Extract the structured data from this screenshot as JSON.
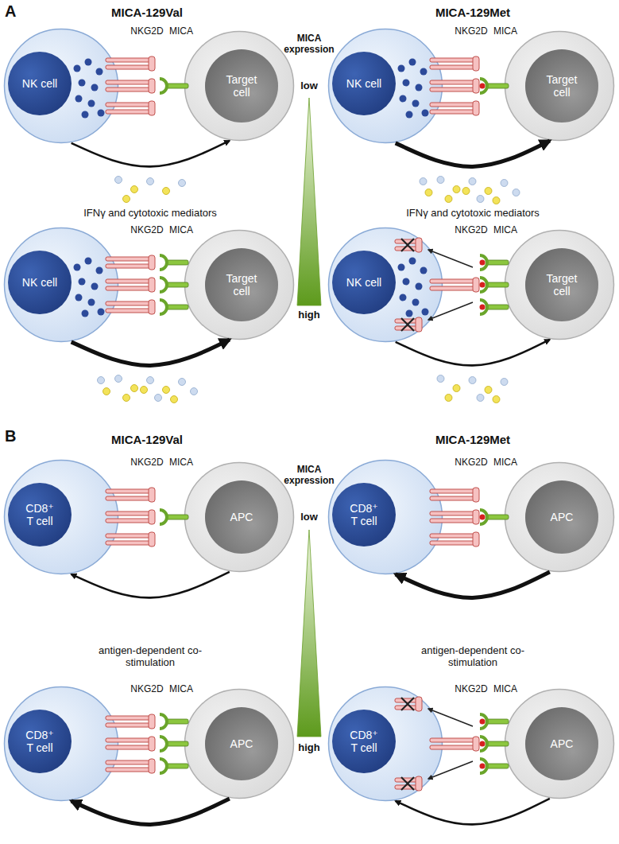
{
  "diagram": {
    "nodes": [
      {
        "text": [
          "NK cell"
        ]
      },
      {
        "text": [
          "Target cell"
        ]
      },
      {
        "text": [
          "NK cell"
        ]
      },
      {
        "text": [
          "Target cell"
        ]
      },
      {
        "text": [
          "NK cell"
        ]
      },
      {
        "text": [
          "Target cell"
        ]
      },
      {
        "text": [
          "NK cell"
        ]
      },
      {
        "text": [
          "Target cell"
        ]
      },
      {
        "text": [
          "CD8⁺ T cell"
        ]
      },
      {
        "text": [
          "APC"
        ]
      },
      {
        "text": [
          "CD8⁺ T cell"
        ]
      },
      {
        "text": [
          "APC"
        ]
      },
      {
        "text": [
          "CD8⁺ T cell"
        ]
      },
      {
        "text": [
          "APC"
        ]
      },
      {
        "text": [
          "CD8⁺ T cell"
        ]
      },
      {
        "text": [
          "APC"
        ]
      }
    ],
    "edges": [
      {
        "from": 0,
        "to": 1,
        "arrow": "to"
      },
      {
        "from": 2,
        "to": 3,
        "arrow": "to"
      },
      {
        "from": 4,
        "to": 5,
        "arrow": "to"
      },
      {
        "from": 6,
        "to": 7,
        "arrow": "to"
      },
      {
        "from": 9,
        "to": 8,
        "arrow": "to"
      },
      {
        "from": 11,
        "to": 10,
        "arrow": "to"
      },
      {
        "from": 13,
        "to": 12,
        "arrow": "to"
      },
      {
        "from": 15,
        "to": 14,
        "arrow": "to"
      }
    ],
    "labels": [
      "A",
      "MICA-129Val",
      "MICA-129Met",
      "MICA expression",
      "low",
      "high",
      "NKG2D",
      "MICA",
      "NKG2D",
      "MICA",
      "NKG2D",
      "MICA",
      "NKG2D",
      "MICA",
      "IFNγ and cytotoxic mediators",
      "IFNγ and cytotoxic mediators",
      "B",
      "MICA-129Val",
      "MICA-129Met",
      "MICA expression",
      "low",
      "high",
      "NKG2D",
      "MICA",
      "NKG2D",
      "MICA",
      "NKG2D",
      "MICA",
      "NKG2D",
      "MICA",
      "antigen-dependent co-stimulation",
      "antigen-dependent co-stimulation"
    ]
  }
}
